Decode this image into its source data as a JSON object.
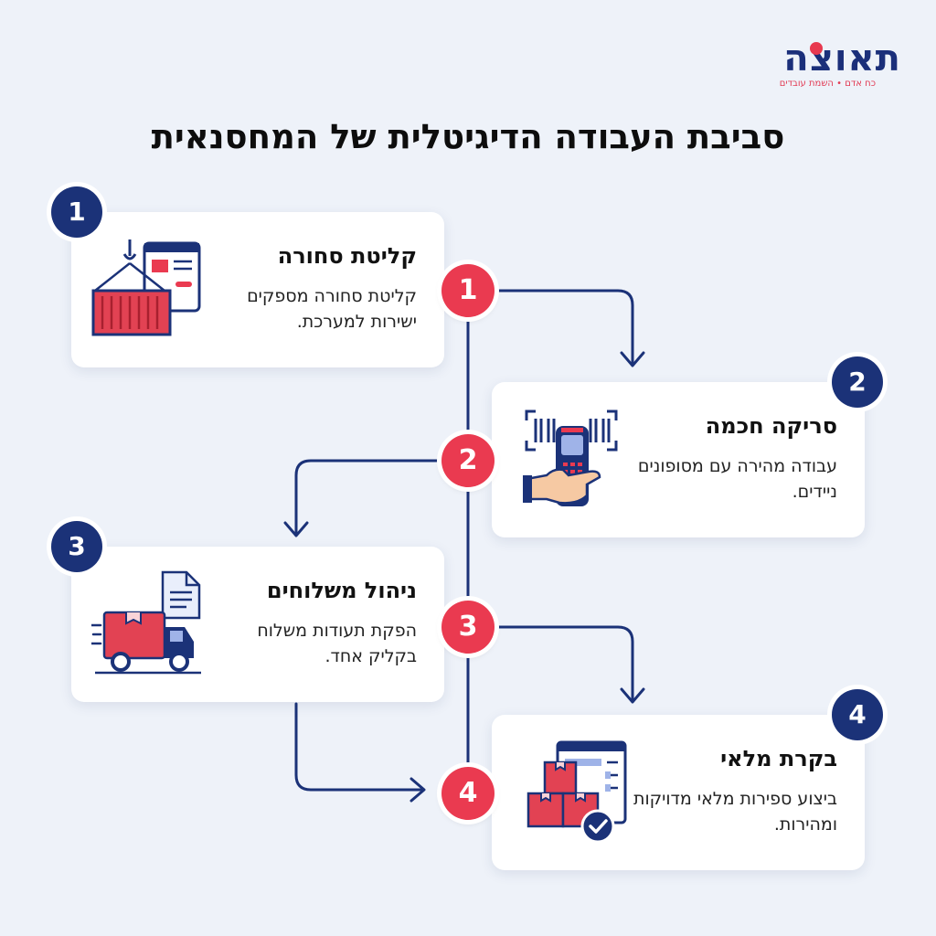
{
  "logo": {
    "word": "תאוצה",
    "tagline": "כח אדם • השמת עובדים",
    "brand_color": "#1b2f7a",
    "accent": "#e8394f"
  },
  "title": "סביבת העבודה הדיגיטלית של המחסנאית",
  "colors": {
    "badge": "#1b3278",
    "node": "#ea3a50",
    "line": "#1b3278",
    "background": "#eef2f9"
  },
  "steps": [
    {
      "number": "1",
      "title": "קליטת סחורה",
      "desc": "קליטת סחורה מספקים ישירות למערכת.",
      "icon": "container-crane-icon"
    },
    {
      "number": "2",
      "title": "סריקה חכמה",
      "desc": "עבודה מהירה עם מסופונים ניידים.",
      "icon": "barcode-scanner-icon"
    },
    {
      "number": "3",
      "title": "ניהול משלוחים",
      "desc": "הפקת תעודות משלוח בקליק אחד.",
      "icon": "delivery-truck-icon"
    },
    {
      "number": "4",
      "title": "בקרת מלאי",
      "desc": "ביצוע ספירות מלאי מדויקות ומהירות.",
      "icon": "inventory-check-icon"
    }
  ]
}
